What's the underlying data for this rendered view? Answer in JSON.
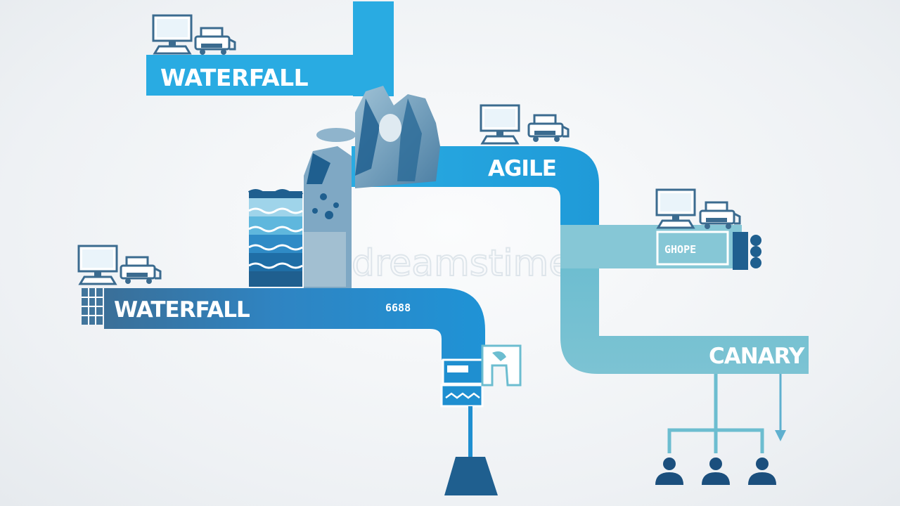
{
  "diagram": {
    "labels": {
      "waterfall_top": "WATERFALL",
      "agile": "AGILE",
      "waterfall_bottom": "WATERFALL",
      "canary": "CANARY"
    },
    "chips": {
      "bottom_pipe": "6688",
      "right_panel": "GHOPE"
    },
    "watermark": "dreamstime",
    "colors": {
      "bright_blue": "#29abe2",
      "mid_blue": "#1d8fd0",
      "deep_blue": "#1f5f8f",
      "slate_blue": "#41759c",
      "teal": "#6cbdd0",
      "light_teal": "#86c7d6",
      "navy": "#1b4f7d"
    },
    "icons": [
      "computer-icon",
      "printer-icon",
      "grid-icon",
      "person-icon",
      "drill-bit-icon"
    ]
  }
}
